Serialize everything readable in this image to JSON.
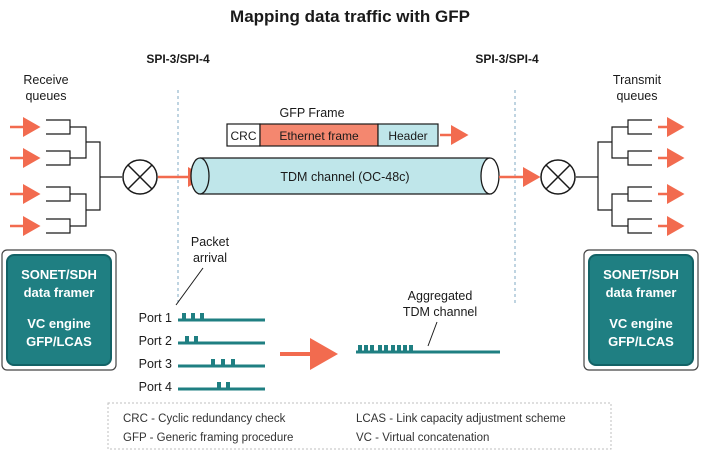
{
  "title": "Mapping data traffic with GFP",
  "interfaces": {
    "left": "SPI-3/SPI-4",
    "right": "SPI-3/SPI-4"
  },
  "receive": {
    "label_line1": "Receive",
    "label_line2": "queues"
  },
  "transmit": {
    "label_line1": "Transmit",
    "label_line2": "queues"
  },
  "engine": {
    "line1": "SONET/SDH",
    "line2": "data framer",
    "line3": "VC engine",
    "line4": "GFP/LCAS"
  },
  "gfp_frame": {
    "label": "GFP Frame",
    "fields": [
      "CRC",
      "Ethernet frame",
      "Header"
    ]
  },
  "tdm_channel": "TDM channel (OC-48c)",
  "packet_arrival": {
    "line1": "Packet",
    "line2": "arrival"
  },
  "ports": [
    "Port 1",
    "Port 2",
    "Port 3",
    "Port 4"
  ],
  "aggregated": {
    "line1": "Aggregated",
    "line2": "TDM channel"
  },
  "legend": {
    "crc": "CRC - Cyclic redundancy check",
    "gfp": "GFP - Generic framing procedure",
    "lcas": "LCAS - Link capacity adjustment scheme",
    "vc": "VC - Virtual concatenation"
  },
  "colors": {
    "teal": "#1f7f82",
    "teal_dark": "#136266",
    "arrow": "#f26b4f",
    "salmon": "#f4876f",
    "cyan_fill": "#bfe6ea"
  }
}
